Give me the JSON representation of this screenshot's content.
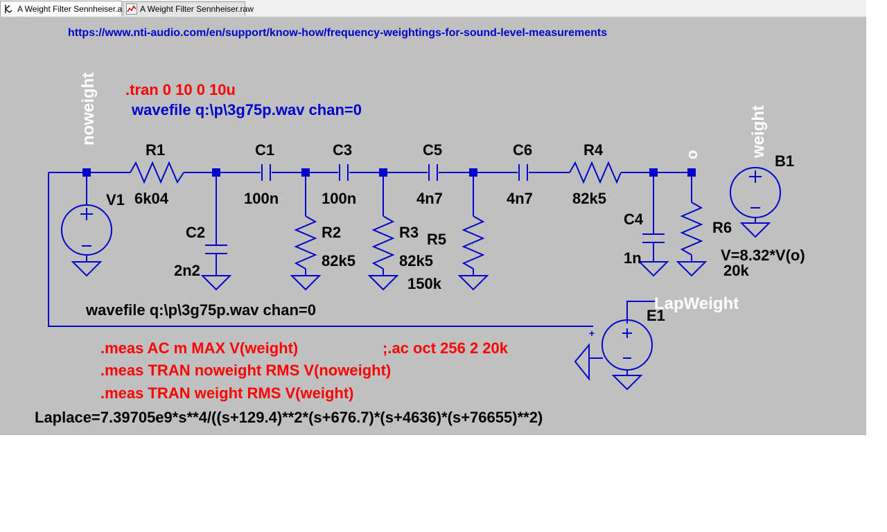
{
  "tabs": [
    {
      "label": "A Weight Filter Sennheiser.asc",
      "icon": "schematic-icon",
      "active": true
    },
    {
      "label": "A Weight Filter Sennheiser.raw",
      "icon": "waveform-icon",
      "active": false
    }
  ],
  "schematic": {
    "url": "https://www.nti-audio.com/en/support/know-how/frequency-weightings-for-sound-level-measurements",
    "tran_directive": ".tran 0 10 0 10u",
    "wavefile_top": "wavefile q:\\p\\3g75p.wav chan=0",
    "wavefile_source": "wavefile q:\\p\\3g75p.wav chan=0",
    "meas1": ".meas AC m MAX V(weight)",
    "ac_comment": ";.ac oct 256 2 20k",
    "meas2": ".meas TRAN noweight RMS V(noweight)",
    "meas3": ".meas TRAN weight RMS V(weight)",
    "laplace": "Laplace=7.39705e9*s**4/((s+129.4)**2*(s+676.7)*(s+4636)*(s+76655)**2)",
    "nets": {
      "noweight": "noweight",
      "weight": "weight",
      "o": "o",
      "lapweight": "LapWeight"
    },
    "components": {
      "R1": {
        "name": "R1",
        "value": "6k04"
      },
      "C1": {
        "name": "C1",
        "value": "100n"
      },
      "C3": {
        "name": "C3",
        "value": "100n"
      },
      "C5": {
        "name": "C5",
        "value": "4n7"
      },
      "C6": {
        "name": "C6",
        "value": "4n7"
      },
      "R4": {
        "name": "R4",
        "value": "82k5"
      },
      "C2": {
        "name": "C2",
        "value": "2n2"
      },
      "R2": {
        "name": "R2",
        "value": "82k5"
      },
      "R3": {
        "name": "R3",
        "value": "82k5"
      },
      "R5": {
        "name": "R5",
        "value": "150k"
      },
      "C4": {
        "name": "C4",
        "value": "1n"
      },
      "R6": {
        "name": "R6",
        "value": "20k"
      },
      "V1": {
        "name": "V1"
      },
      "B1": {
        "name": "B1",
        "value": "V=8.32*V(o)"
      },
      "E1": {
        "name": "E1"
      }
    },
    "colors": {
      "wire": "#0000cc",
      "directive": "#ff0000",
      "comment": "#0000cc",
      "label": "#000000",
      "netlabel": "#ffffff",
      "background": "#c0c0c0"
    }
  }
}
